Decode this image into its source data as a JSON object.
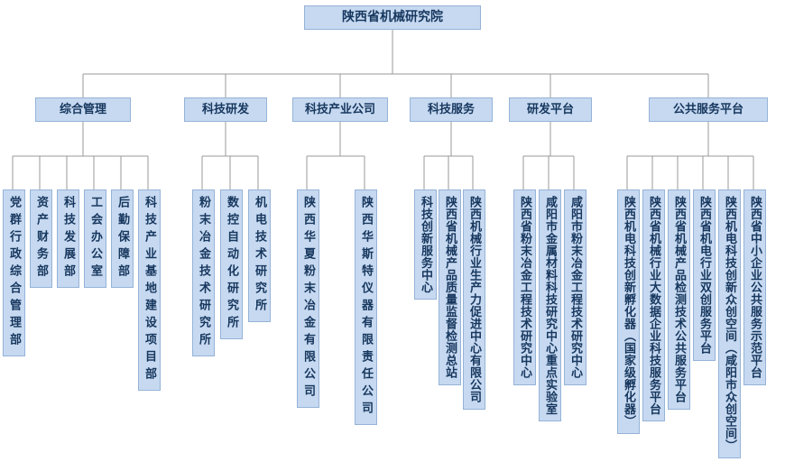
{
  "palette": {
    "background": "#ffffff",
    "box_fill": "#c6d9f1",
    "box_border": "#95b3d7",
    "text": "#17375e",
    "line": "#9a9a9a"
  },
  "root": {
    "label": "陕西省机械研究院"
  },
  "groups": [
    {
      "label": "综合管理",
      "children": [
        "党群行政综合管理部",
        "资产财务部",
        "科技发展部",
        "工会办公室",
        "后勤保障部",
        "科技产业基地建设项目部"
      ]
    },
    {
      "label": "科技研发",
      "children": [
        "粉末冶金技术研究所",
        "数控自动化研究所",
        "机电技术研究所"
      ]
    },
    {
      "label": "科技产业公司",
      "children": [
        "陕西华夏粉末冶金有限公司",
        "陕西华斯特仪器有限责任公司"
      ]
    },
    {
      "label": "科技服务",
      "children": [
        "科技创新服务中心",
        "陕西省机械产品质量监督检测总站",
        "陕西机械行业生产力促进中心有限公司"
      ]
    },
    {
      "label": "研发平台",
      "children": [
        "陕西省粉末冶金工程技术研究中心",
        "咸阳市金属材料科技研究中心重点实验室",
        "咸阳市粉末冶金工程技术研究中心"
      ]
    },
    {
      "label": "公共服务平台",
      "children": [
        "陕西机电科技创新孵化器（国家级孵化器）",
        "陕西省机械行业大数据企业科技服务平台",
        "陕西省机械产品检测技术公共服务平台",
        "陕西省机电行业双创服务平台",
        "陕西机电科技创新众创空间（咸阳市众创空间）",
        "陕西省中小企业公共服务示范平台"
      ]
    }
  ]
}
